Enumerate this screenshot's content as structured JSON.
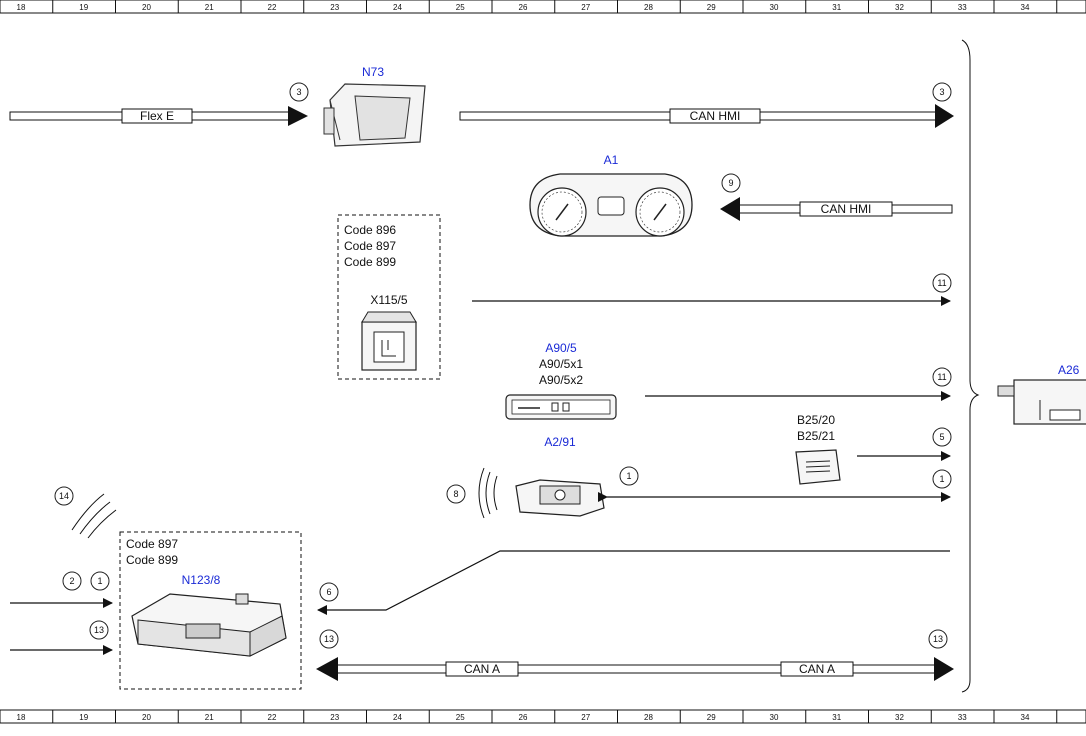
{
  "grid": {
    "columns": [
      "18",
      "19",
      "20",
      "21",
      "22",
      "23",
      "24",
      "25",
      "26",
      "27",
      "28",
      "29",
      "30",
      "31",
      "32",
      "33",
      "34"
    ]
  },
  "components": {
    "n73": "N73",
    "a1": "A1",
    "a90_5": "A90/5",
    "a90_5x1": "A90/5x1",
    "a90_5x2": "A90/5x2",
    "a2_91": "A2/91",
    "b25_20": "B25/20",
    "b25_21": "B25/21",
    "n123_8": "N123/8",
    "x115_5": "X115/5",
    "a26": "A26"
  },
  "code_box_1": [
    "Code 896",
    "Code 897",
    "Code 899"
  ],
  "code_box_2": [
    "Code 897",
    "Code 899"
  ],
  "buses": {
    "flex_e": "Flex E",
    "can_hmi_top": "CAN HMI",
    "can_hmi_a1": "CAN HMI",
    "can_a_left": "CAN A",
    "can_a_right": "CAN A"
  },
  "refs": {
    "r3_left": "3",
    "r3_right": "3",
    "r9": "9",
    "r11_a": "11",
    "r11_b": "11",
    "r5": "5",
    "r1_a2": "1",
    "r1_right": "1",
    "r8": "8",
    "r14": "14",
    "r6": "6",
    "r2": "2",
    "r1_left": "1",
    "r13_left": "13",
    "r13_mid": "13",
    "r13_right": "13"
  },
  "colors": {
    "component_label": "#1a2ad6",
    "line": "#111111"
  }
}
